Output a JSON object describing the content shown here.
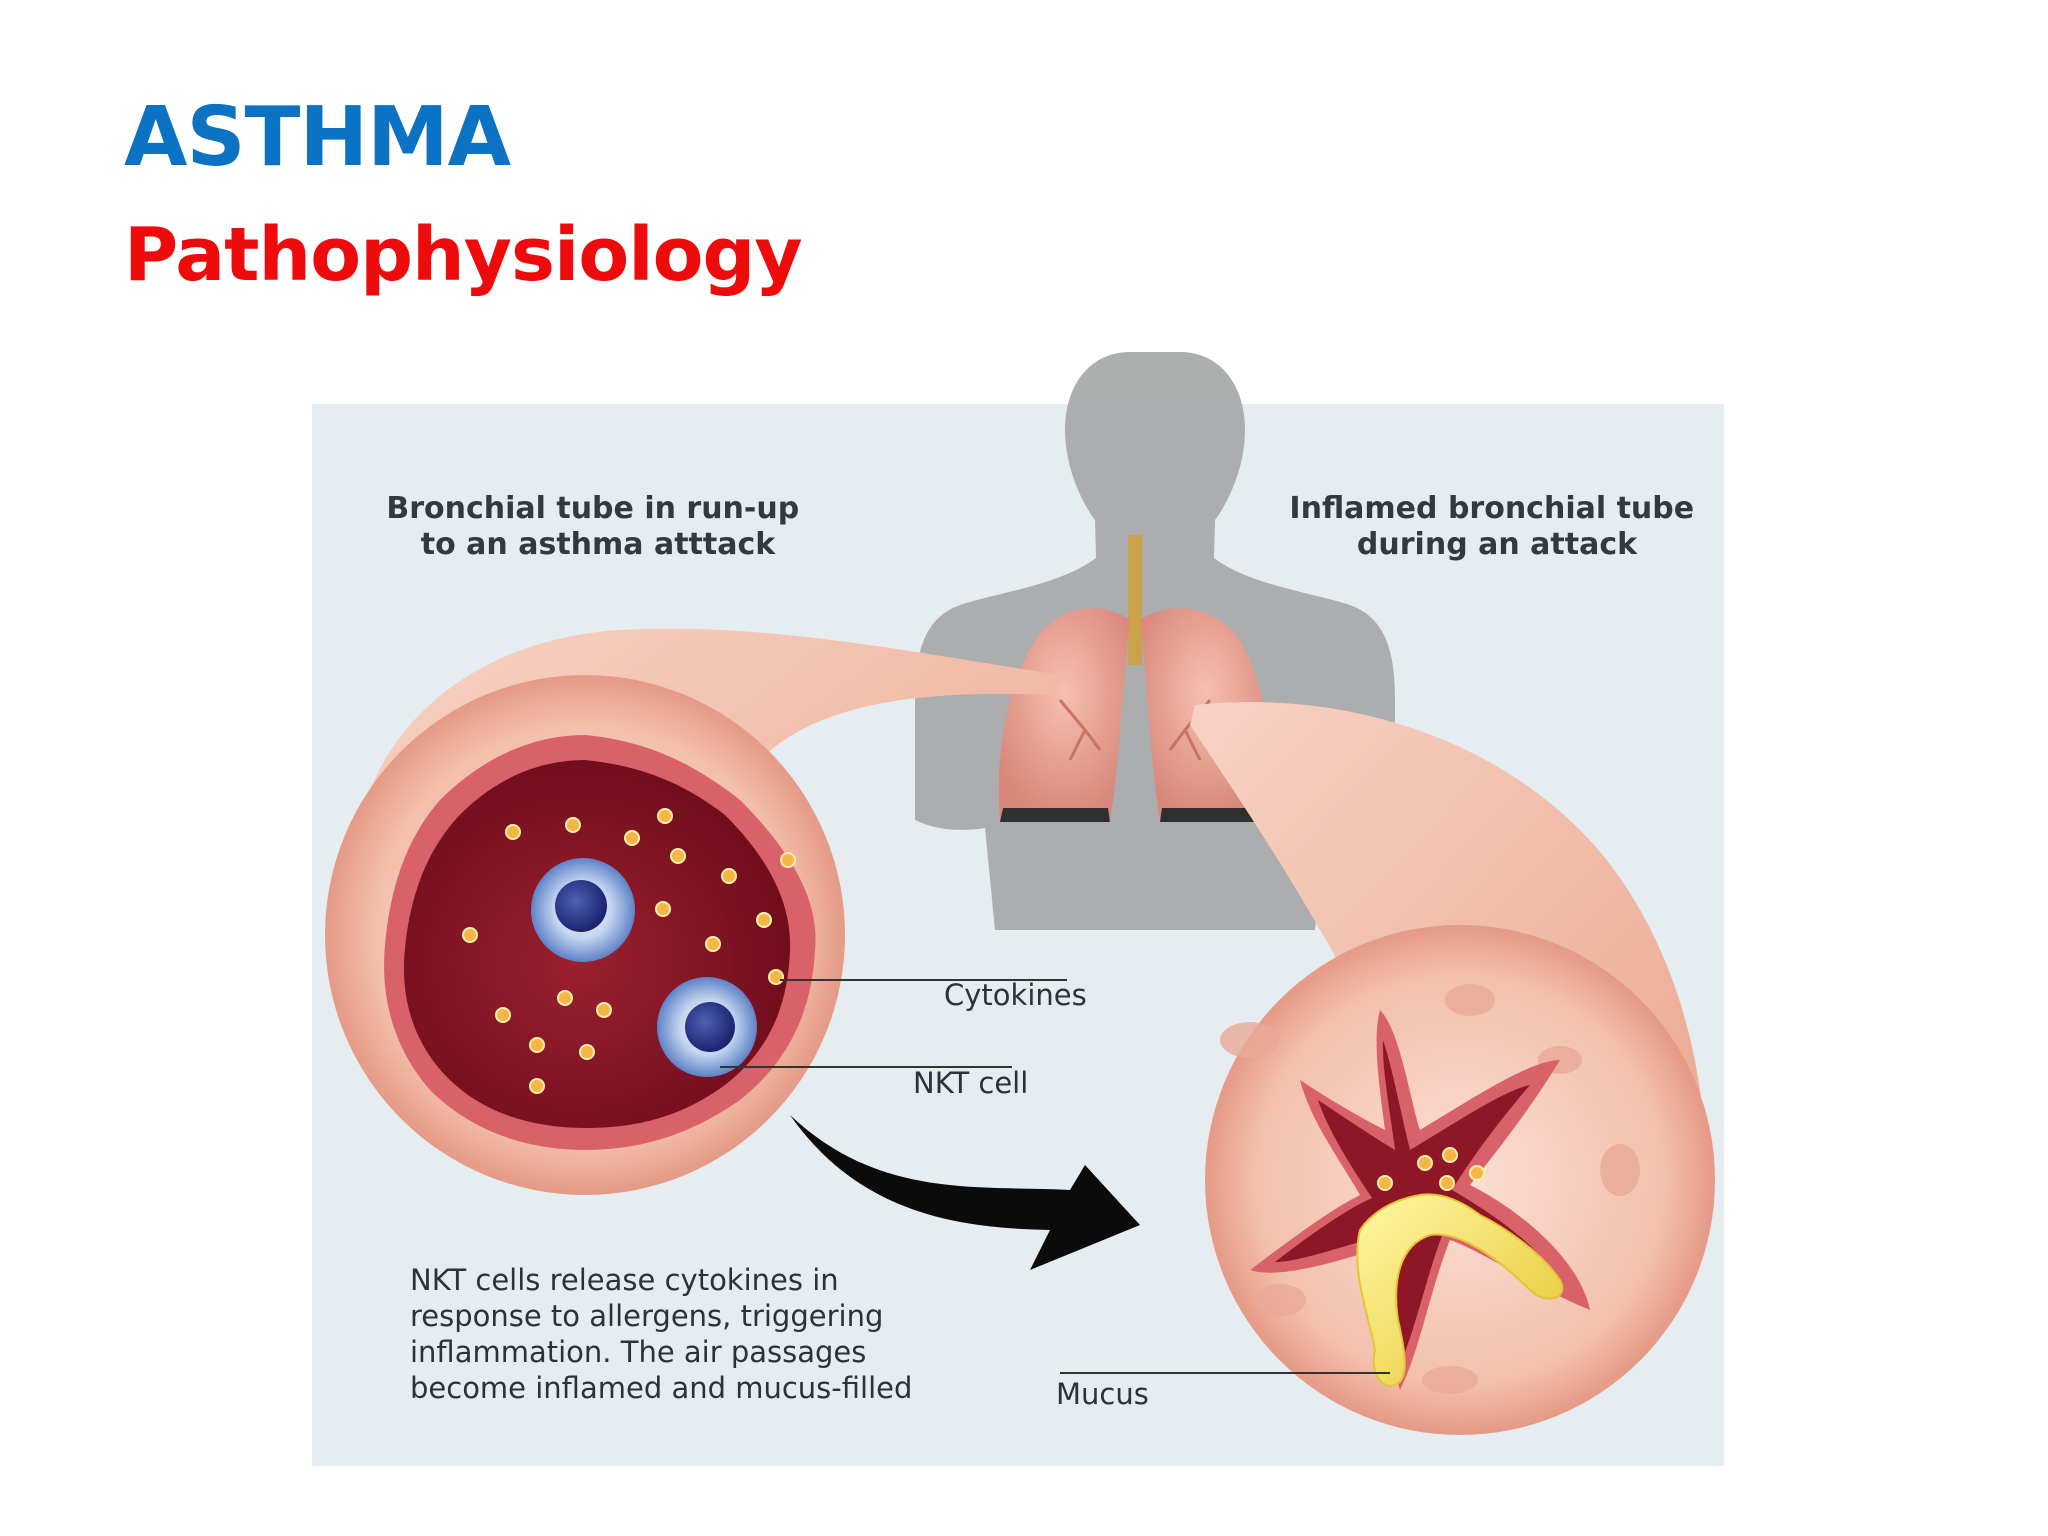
{
  "slide": {
    "title": "ASTHMA",
    "subtitle": "Pathophysiology"
  },
  "diagram": {
    "left_caption": [
      "Bronchial tube in run-up",
      "to an asthma atttack"
    ],
    "right_caption": [
      "Inflamed bronchial tube",
      "during an attack"
    ],
    "labels": {
      "cytokines": "Cytokines",
      "nkt_cell": "NKT cell",
      "mucus": "Mucus"
    },
    "description": [
      "NKT cells release cytokines in",
      "response to allergens, triggering",
      "inflammation. The air passages",
      "become inflamed and mucus-filled"
    ]
  },
  "colors": {
    "title": "#0b72c4",
    "subtitle": "#ee0b0b",
    "panel_background": "#e6edf0",
    "silhouette": "#a9aaaa",
    "tissue": "#f4c2b0",
    "lumen": "#8e1626",
    "mucus": "#f0e34a"
  }
}
